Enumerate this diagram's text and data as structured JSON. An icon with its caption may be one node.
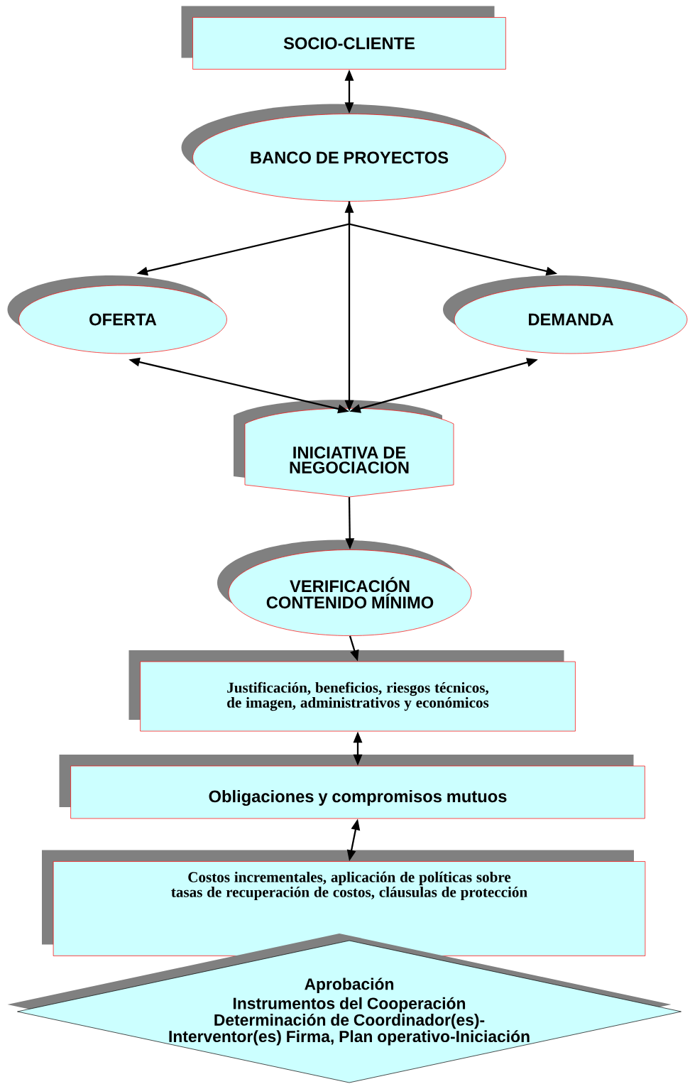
{
  "diagram": {
    "nodes": [
      {
        "text": [
          "SOCIO-CLIENTE"
        ]
      },
      {
        "text": [
          "BANCO DE PROYECTOS"
        ]
      },
      {
        "text": [
          "OFERTA"
        ]
      },
      {
        "text": [
          "DEMANDA"
        ]
      },
      {
        "text": [
          "INICIATIVA DE NEGOCIACION"
        ]
      },
      {
        "text": [
          "VERIFICACIÓN CONTENIDO MÍNIMO"
        ]
      },
      {
        "text": [
          "Justificación, beneficios, riesgos técnicos, de imagen, administrativos y económicos"
        ]
      },
      {
        "text": [
          "Obligaciones y compromisos mutuos"
        ]
      },
      {
        "text": [
          "Costos incrementales, aplicación de políticas sobre tasas de recuperación de costos, cláusulas de protección"
        ]
      },
      {
        "text": [
          "Aprobación",
          "Instrumentos del Cooperación",
          "Determinación de Coordinador(es)-Interventor(es) Firma, Plan operativo-Iniciación"
        ]
      }
    ],
    "edges": [
      {
        "from": 0,
        "to": 1,
        "arrow": "both"
      },
      {
        "from": 1,
        "to": 2,
        "arrow": "to"
      },
      {
        "from": 1,
        "to": 3,
        "arrow": "to"
      },
      {
        "from": 4,
        "to": 1,
        "arrow": "both"
      },
      {
        "from": 2,
        "to": 4,
        "arrow": "both"
      },
      {
        "from": 3,
        "to": 4,
        "arrow": "both"
      },
      {
        "from": 4,
        "to": 5,
        "arrow": "to"
      },
      {
        "from": 5,
        "to": 6,
        "arrow": "to"
      },
      {
        "from": 6,
        "to": 7,
        "arrow": "both"
      },
      {
        "from": 7,
        "to": 8,
        "arrow": "both"
      }
    ]
  }
}
